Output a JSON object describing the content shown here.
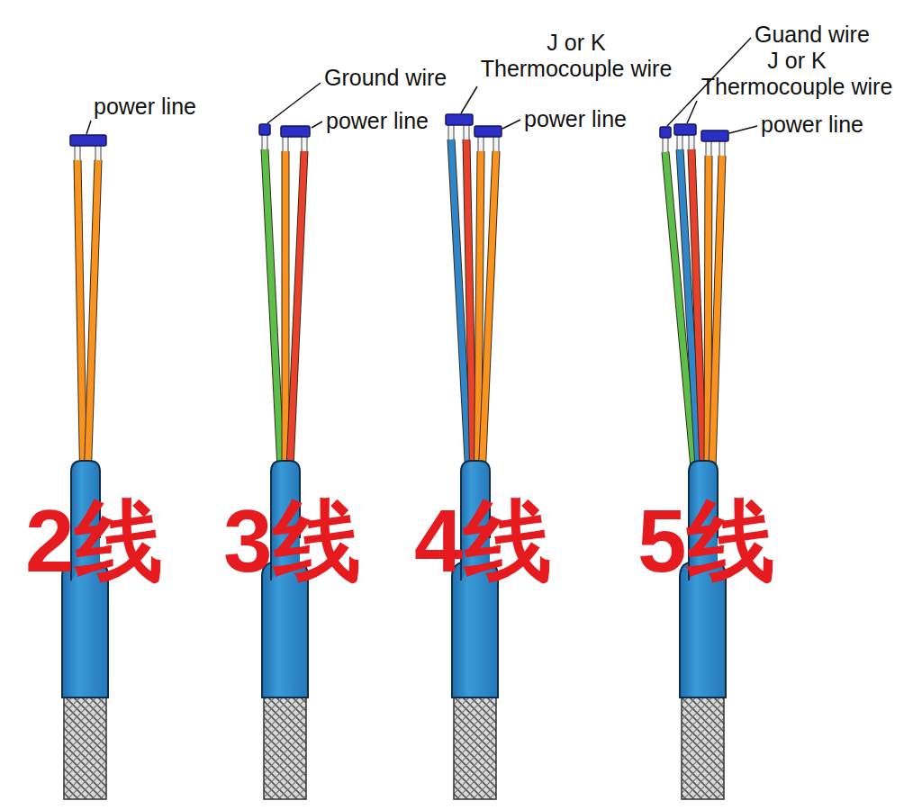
{
  "diagram": {
    "labels": [
      "power line",
      "Ground wire",
      "power line",
      "J or K Thermocouple wire",
      "power line",
      "Guand wire",
      "J or K Thermocouple wire",
      "power line",
      "2线",
      "3线",
      "4线",
      "5线"
    ]
  }
}
